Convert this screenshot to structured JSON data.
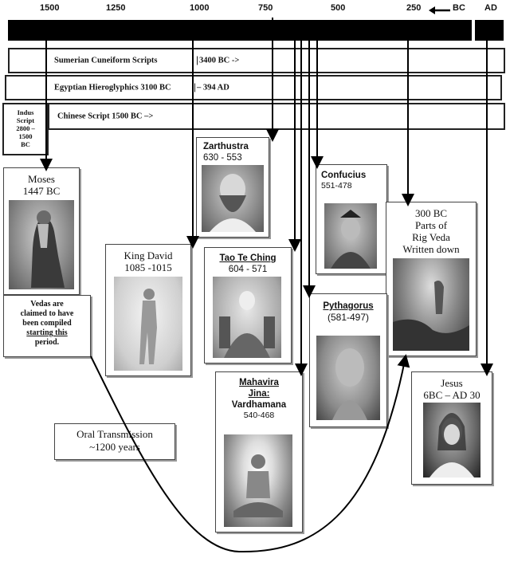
{
  "axis": {
    "ticks": [
      "1500",
      "1250",
      "1000",
      "750",
      "500",
      "250",
      "AD"
    ],
    "bc_marker": "BC"
  },
  "bands": {
    "sumerian": {
      "label": "Sumerian Cuneiform Scripts",
      "range": "3400 BC ->"
    },
    "egyptian": {
      "label": "Egyptian Hieroglyphics 3100 BC",
      "range": "– 394 AD"
    },
    "indus": {
      "line1": "Indus",
      "line2": "Script",
      "line3": "2800 –",
      "line4": "1500",
      "line5": "BC"
    },
    "chinese": {
      "label": "Chinese Script 1500 BC –>"
    }
  },
  "figures": {
    "moses": {
      "name": "Moses",
      "date": "1447 BC"
    },
    "zarathustra": {
      "name": "Zarthustra",
      "date": "630 - 553"
    },
    "confucius": {
      "name": "Confucius",
      "date": "551-478"
    },
    "king_david": {
      "name": "King David",
      "date": "1085 -1015"
    },
    "tao": {
      "name": "Tao Te Ching",
      "date": "604 - 571"
    },
    "rigveda": {
      "line1": "300 BC",
      "line2": "Parts of",
      "line3": "Rig Veda",
      "line4": "Written down"
    },
    "pythagorus": {
      "name": "Pythagorus",
      "date": "(581-497)"
    },
    "mahavira": {
      "line1": "Mahavira",
      "line2": "Jina:",
      "line3": "Vardhamana",
      "date": "540-468"
    },
    "jesus": {
      "name": "Jesus",
      "date": "6BC – AD 30"
    }
  },
  "notes": {
    "vedas": {
      "line1": "Vedas are",
      "line2": "claimed to have",
      "line3": "been compiled",
      "line4": "starting  this",
      "line5": "period."
    },
    "oral": {
      "line1": "Oral Transmission",
      "line2": "~1200 years"
    }
  }
}
